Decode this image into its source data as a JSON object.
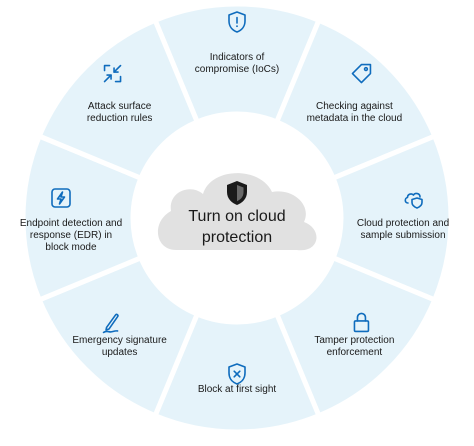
{
  "center": {
    "label": "Turn on cloud protection",
    "icon": "shield-icon"
  },
  "colors": {
    "segment": "#E5F3FA",
    "stroke": "#FFFFFF",
    "icon": "#0F6CBD",
    "cloud": "#E1E1E1",
    "text": "#1A1A1A"
  },
  "segments": [
    {
      "label": "Indicators of compromise (IoCs)",
      "icon": "shield-alert-icon"
    },
    {
      "label": "Checking against metadata in the cloud",
      "icon": "tag-icon"
    },
    {
      "label": "Cloud protection and sample submission",
      "icon": "cloud-shield-icon"
    },
    {
      "label": "Tamper protection enforcement",
      "icon": "lock-icon"
    },
    {
      "label": "Block at first sight",
      "icon": "shield-x-icon"
    },
    {
      "label": "Emergency signature updates",
      "icon": "pen-icon"
    },
    {
      "label": "Endpoint detection and response (EDR) in block mode",
      "icon": "bolt-icon"
    },
    {
      "label": "Attack surface reduction rules",
      "icon": "arrows-inward-icon"
    }
  ]
}
